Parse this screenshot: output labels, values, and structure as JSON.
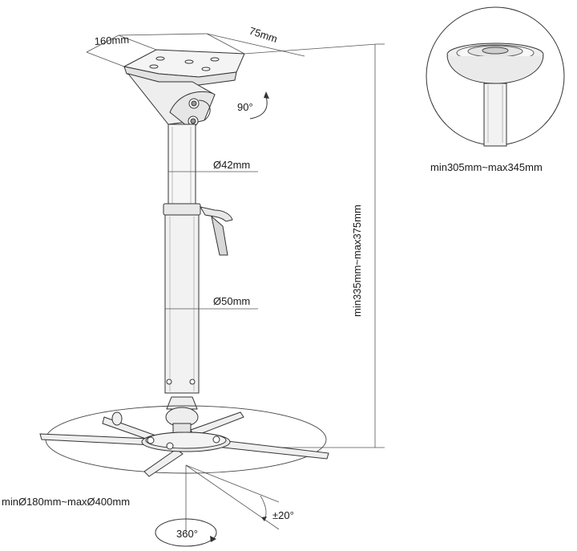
{
  "labels": {
    "plate_width": "160mm",
    "plate_depth": "75mm",
    "tilt_angle": "90°",
    "upper_tube_diameter": "Ø42mm",
    "lower_tube_diameter": "Ø50mm",
    "total_height": "min335mm~max375mm",
    "detail_range": "min305mm~max345mm",
    "bracket_range": "minØ180mm~maxØ400mm",
    "swivel_angle": "±20°",
    "rotation": "360°"
  }
}
